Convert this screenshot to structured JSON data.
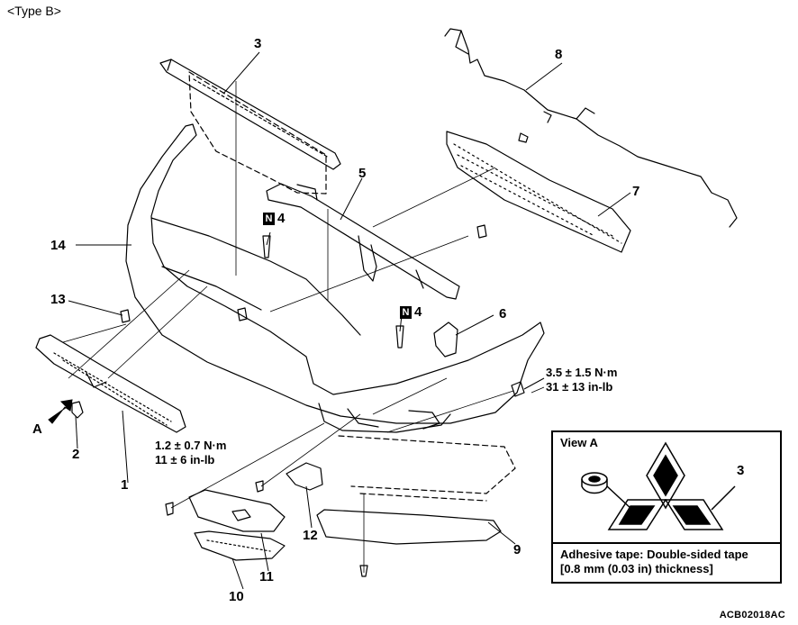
{
  "header": {
    "type_label": "<Type B>"
  },
  "callouts": {
    "c1": "1",
    "c2": "2",
    "c3": "3",
    "c4a": "4",
    "c4b": "4",
    "c5": "5",
    "c6": "6",
    "c7": "7",
    "c8": "8",
    "c9": "9",
    "c10": "10",
    "c11": "11",
    "c12": "12",
    "c13": "13",
    "c14": "14"
  },
  "n_marker": "N",
  "view_arrow_label": "A",
  "torque_specs": {
    "grille_bolt": {
      "nm": "1.2 ± 0.7 N·m",
      "inlb": "11 ± 6 in-lb"
    },
    "side_bolt": {
      "nm": "3.5 ± 1.5 N·m",
      "inlb": "31 ± 13 in-lb"
    }
  },
  "view_a": {
    "title": "View A",
    "callout": "3",
    "note_line1": "Adhesive tape: Double-sided tape",
    "note_line2": "[0.8 mm (0.03 in) thickness]"
  },
  "figure_code": "ACB02018AC"
}
